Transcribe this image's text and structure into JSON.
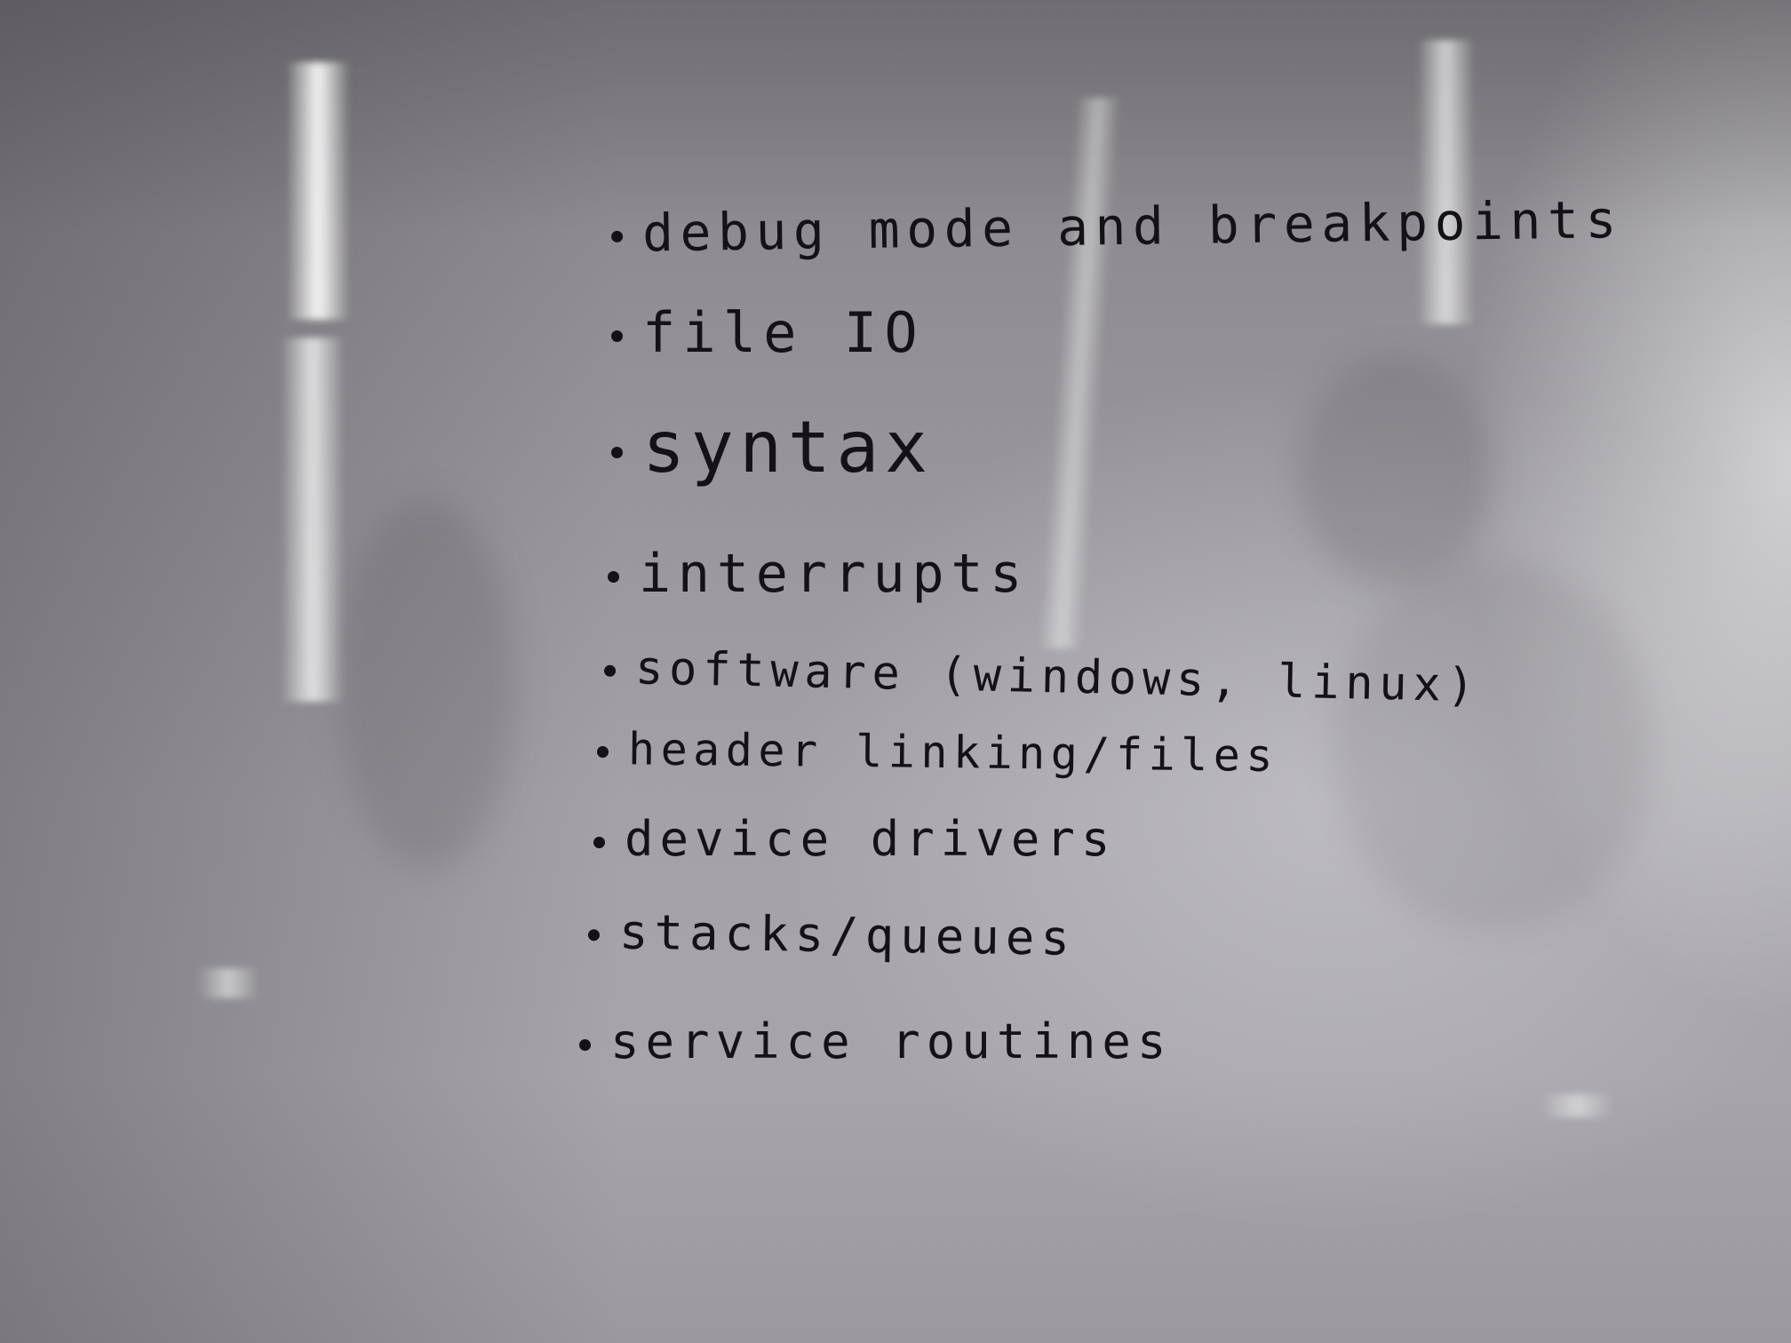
{
  "whiteboard": {
    "items": [
      "debug mode and breakpoints",
      "file IO",
      "syntax",
      "interrupts",
      "software (windows, linux)",
      "header linking/files",
      "device drivers",
      "stacks/queues",
      "service routines"
    ]
  }
}
